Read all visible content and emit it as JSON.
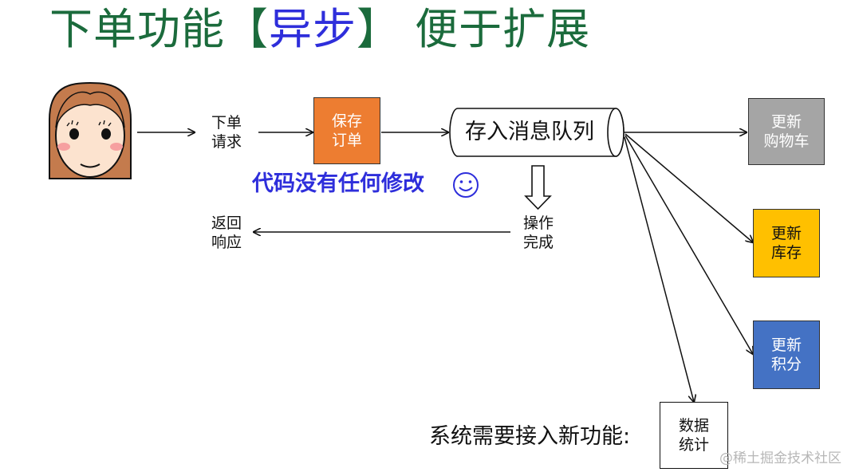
{
  "title": {
    "main": "下单功能【",
    "highlight": "异步",
    "close": "】",
    "tail": " 便于扩展"
  },
  "labels": {
    "order_request": "下单\n请求",
    "return_response": "返回\n响应",
    "operation_done": "操作\n完成",
    "queue": "存入消息队列",
    "no_change_note": "代码没有任何修改",
    "new_feature": "系统需要接入新功能:"
  },
  "boxes": {
    "save_order": {
      "label": "保存\n订单",
      "color": "#ed7d31"
    },
    "update_cart": {
      "label": "更新\n购物车",
      "color": "#a5a5a5"
    },
    "update_inventory": {
      "label": "更新\n库存",
      "color": "#ffc000"
    },
    "update_points": {
      "label": "更新\n积分",
      "color": "#4472c4"
    },
    "statistics": {
      "label": "数据\n统计",
      "color": "#ffffff"
    }
  },
  "colors": {
    "title": "#1b6b3c",
    "accent": "#2e2edb"
  },
  "watermark": "@稀土掘金技术社区",
  "icons": [
    "user-avatar-icon",
    "smiley-icon"
  ]
}
